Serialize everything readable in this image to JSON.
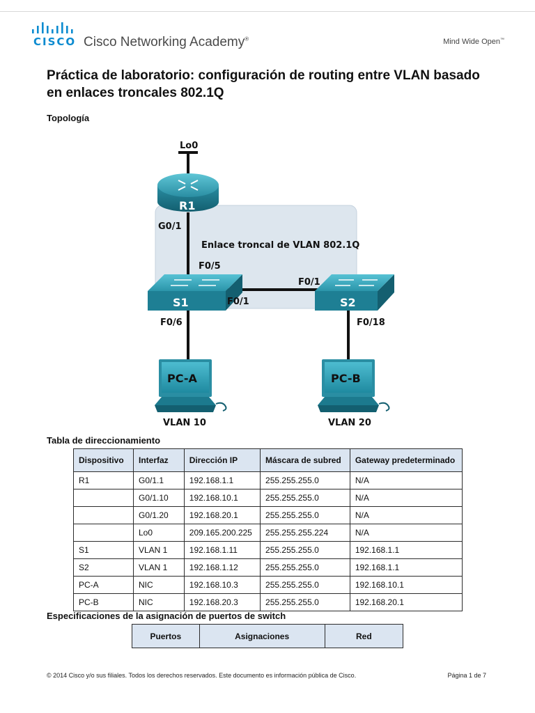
{
  "header": {
    "brand": "CISCO",
    "academy": "Cisco Networking Academy",
    "tagline": "Mind Wide Open"
  },
  "title": "Práctica de laboratorio: configuración de routing entre VLAN basado en enlaces troncales 802.1Q",
  "topology": {
    "heading": "Topología",
    "loopback": "Lo0",
    "router": "R1",
    "router_if": "G0/1",
    "trunk_label": "Enlace troncal de VLAN 802.1Q",
    "s1": "S1",
    "s2": "S2",
    "s1_up": "F0/5",
    "s1_trunk": "F0/1",
    "s2_trunk": "F0/1",
    "s1_down": "F0/6",
    "s2_down": "F0/18",
    "pca": "PC-A",
    "pcb": "PC-B",
    "vlan_a": "VLAN 10",
    "vlan_b": "VLAN 20"
  },
  "addressing": {
    "heading": "Tabla de direccionamiento",
    "columns": [
      "Dispositivo",
      "Interfaz",
      "Dirección IP",
      "Máscara de subred",
      "Gateway predeterminado"
    ],
    "rows": [
      [
        "R1",
        "G0/1.1",
        "192.168.1.1",
        "255.255.255.0",
        "N/A"
      ],
      [
        "",
        "G0/1.10",
        "192.168.10.1",
        "255.255.255.0",
        "N/A"
      ],
      [
        "",
        "G0/1.20",
        "192.168.20.1",
        "255.255.255.0",
        "N/A"
      ],
      [
        "",
        "Lo0",
        "209.165.200.225",
        "255.255.255.224",
        "N/A"
      ],
      [
        "S1",
        "VLAN 1",
        "192.168.1.11",
        "255.255.255.0",
        "192.168.1.1"
      ],
      [
        "S2",
        "VLAN 1",
        "192.168.1.12",
        "255.255.255.0",
        "192.168.1.1"
      ],
      [
        "PC-A",
        "NIC",
        "192.168.10.3",
        "255.255.255.0",
        "192.168.10.1"
      ],
      [
        "PC-B",
        "NIC",
        "192.168.20.3",
        "255.255.255.0",
        "192.168.20.1"
      ]
    ]
  },
  "ports": {
    "heading": "Especificaciones de la asignación de puertos de switch",
    "columns": [
      "Puertos",
      "Asignaciones",
      "Red"
    ]
  },
  "footer": {
    "copyright": "© 2014 Cisco y/o sus filiales. Todos los derechos reservados. Este documento es información pública de Cisco.",
    "page": "Página 1 de 7"
  }
}
